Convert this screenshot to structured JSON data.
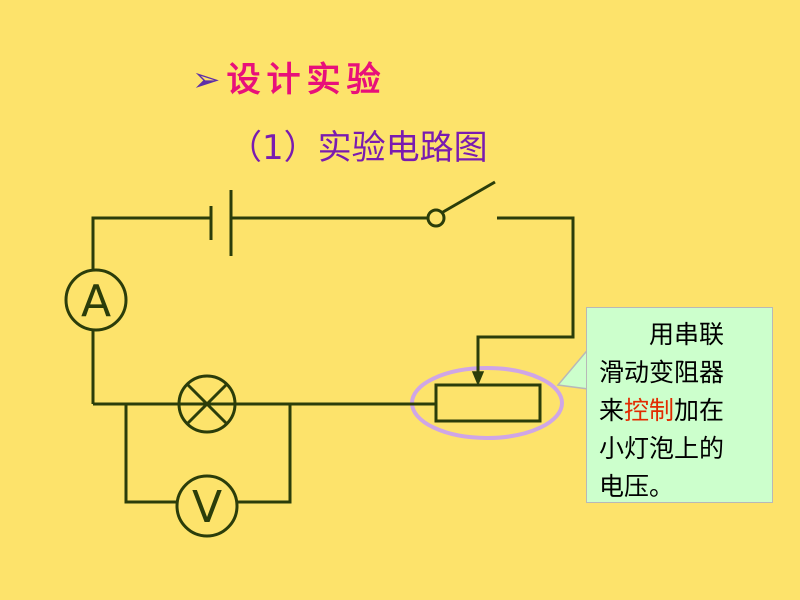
{
  "slide": {
    "bullet_icon": "arrow-bullet-icon",
    "heading": "设计实验",
    "subtitle": "（1）实验电路图"
  },
  "note": {
    "line1": "　　用串联",
    "line2": "滑动变阻器",
    "line3_pre": "来",
    "line3_highlight": "控制",
    "line3_post": "加在",
    "line4": "小灯泡上的",
    "line5": "电压。"
  },
  "meters": {
    "ammeter": "A",
    "voltmeter": "V"
  },
  "colors": {
    "background": "#FDE36B",
    "heading": "#E8107A",
    "subtitle": "#7A1BB0",
    "wire": "#2B3D0A",
    "highlight_ring": "#CFA6E6",
    "note_background": "#CCFFCC",
    "note_highlight": "#E22A00"
  }
}
